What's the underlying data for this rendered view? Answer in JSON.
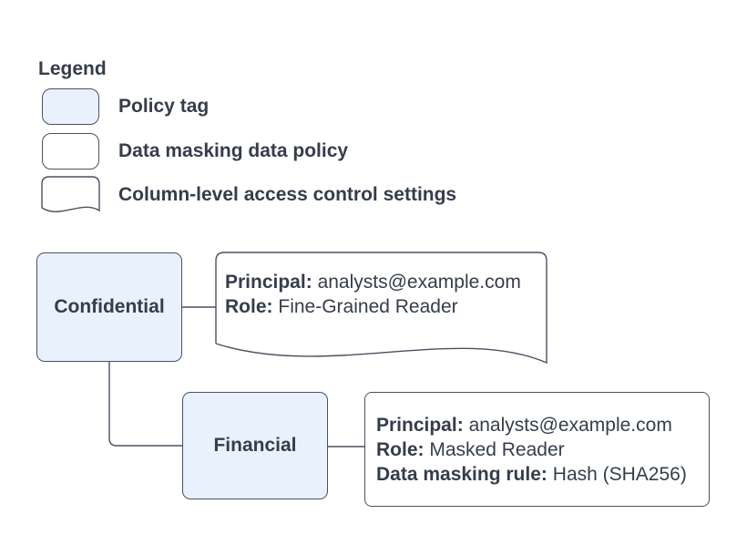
{
  "colors": {
    "policy_tag_fill": "#e9f1fc",
    "shape_stroke": "#4a5160",
    "text": "#353d4b",
    "background": "#ffffff"
  },
  "legend": {
    "title": "Legend",
    "items": [
      {
        "swatch": "policy-tag-swatch",
        "label": "Policy tag"
      },
      {
        "swatch": "data-masking-policy-swatch",
        "label": "Data masking data policy"
      },
      {
        "swatch": "access-control-settings-swatch",
        "label": "Column-level access control settings"
      }
    ]
  },
  "diagram": {
    "nodes": [
      {
        "id": "confidential",
        "type": "policy-tag",
        "label": "Confidential"
      },
      {
        "id": "financial",
        "type": "policy-tag",
        "label": "Financial",
        "parent": "confidential"
      }
    ],
    "cards": [
      {
        "id": "fine-grained-reader-card",
        "shape": "column-level-access-control-settings",
        "attached_to": "confidential",
        "lines": [
          {
            "label": "Principal:",
            "value": "analysts@example.com"
          },
          {
            "label": "Role:",
            "value": "Fine-Grained Reader"
          }
        ]
      },
      {
        "id": "masked-reader-card",
        "shape": "data-masking-data-policy",
        "attached_to": "financial",
        "lines": [
          {
            "label": "Principal:",
            "value": "analysts@example.com"
          },
          {
            "label": "Role:",
            "value": "Masked Reader"
          },
          {
            "label": "Data masking rule:",
            "value": "Hash (SHA256)"
          }
        ]
      }
    ]
  }
}
